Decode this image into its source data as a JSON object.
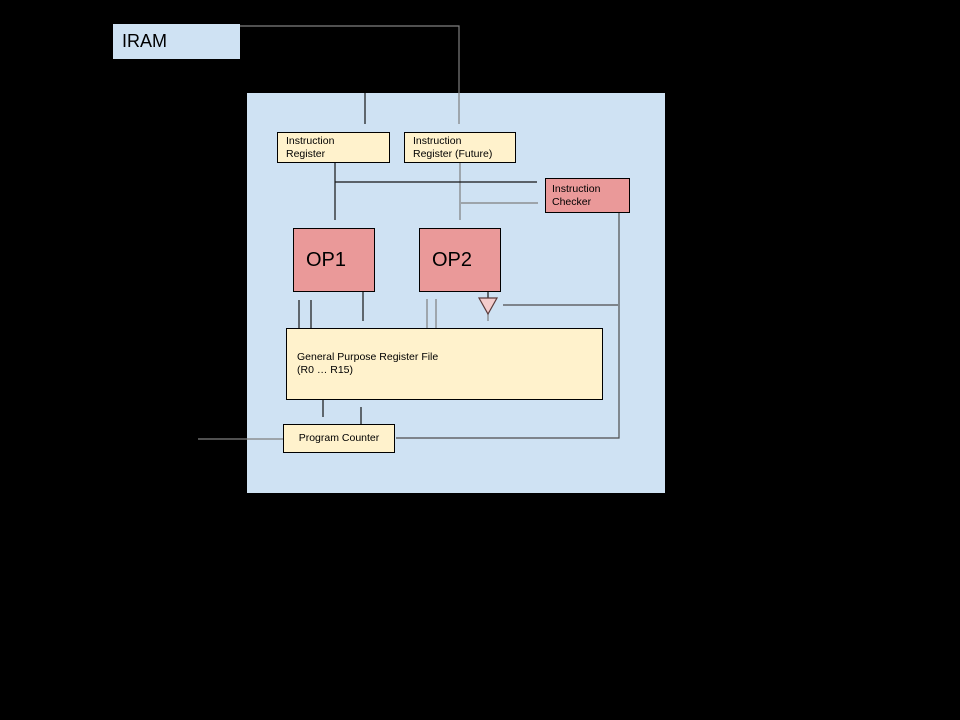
{
  "diagram": {
    "title_block": "IRAM",
    "nodes": {
      "iram": {
        "label": "IRAM"
      },
      "instruction_register": {
        "line1": "Instruction",
        "line2": "Register"
      },
      "instruction_register_future": {
        "line1": "Instruction",
        "line2": "Register (Future)"
      },
      "instruction_checker": {
        "line1": "Instruction",
        "line2": "Checker"
      },
      "op1": {
        "label": "OP1"
      },
      "op2": {
        "label": "OP2"
      },
      "register_file": {
        "line1": "General Purpose Register File",
        "line2": "(R0 … R15)"
      },
      "program_counter": {
        "label": "Program Counter"
      }
    },
    "colors": {
      "background": "#000000",
      "core_region_fill": "#cfe2f3",
      "iram_fill": "#cfe2f3",
      "register_box_fill": "#fff2cc",
      "op_box_fill": "#ea9999",
      "checker_fill": "#ea9999",
      "buffer_triangle_fill": "#f4cccc",
      "line_black": "#141414",
      "line_gray": "#7f7f7f",
      "line_dark": "#4d4d4d"
    }
  }
}
